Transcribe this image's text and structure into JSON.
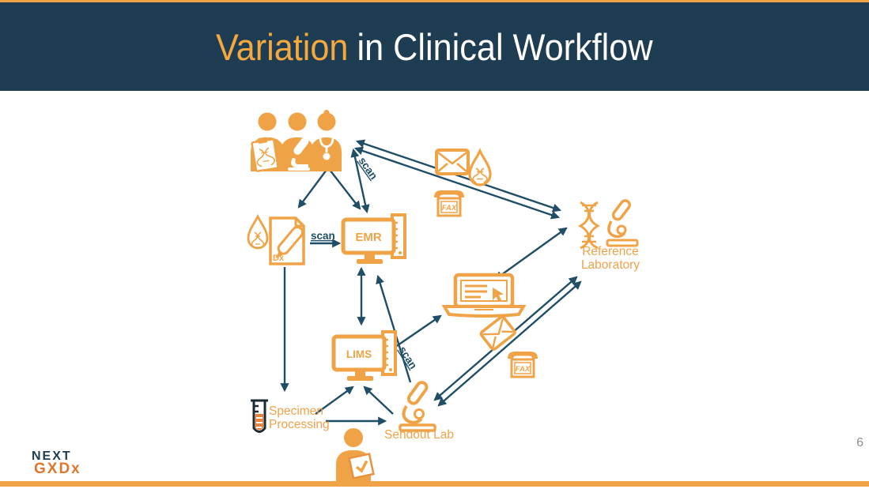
{
  "header": {
    "title_accent": "Variation",
    "title_rest": "in Clinical Workflow"
  },
  "diagram": {
    "labels": {
      "emr": "EMR",
      "lims": "LIMS",
      "dx": "Dx",
      "fax": "FAX",
      "scan": "scan",
      "specimen_1": "Specimen",
      "specimen_2": "Processing",
      "sendout": "Sendout Lab",
      "reference_1": "Reference",
      "reference_2": "Laboratory"
    },
    "nodes": [
      "clinicians",
      "dx-requisition-document",
      "emr-system",
      "lims-system",
      "laptop-portal",
      "specimen-processing",
      "sendout-lab",
      "reference-laboratory",
      "courier-person"
    ],
    "transport_icons": [
      "mail-envelope",
      "dna-specimen-droplet",
      "fax-machine"
    ]
  },
  "footer": {
    "page_number": "6",
    "logo_top": "NEXT",
    "logo_bottom": "GXDx"
  },
  "colors": {
    "accent_orange": "#F0A346",
    "header_navy": "#1E3D52",
    "arrow_navy": "#1F4E66",
    "logo_orange": "#E0762E",
    "tube_orange": "#E8823C",
    "page_number_gray": "#8C9091"
  }
}
